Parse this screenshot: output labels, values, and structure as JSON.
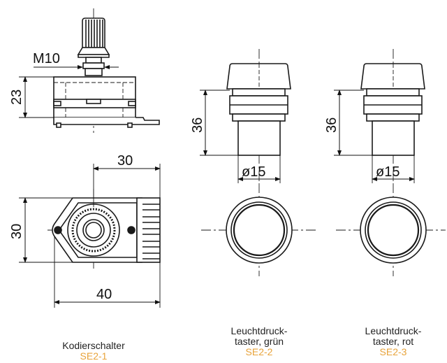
{
  "dimensions": {
    "m10": "M10",
    "h23": "23",
    "w30_top": "30",
    "h30_side": "30",
    "w40": "40",
    "h36_green": "36",
    "d15_green": "ø15",
    "h36_red": "36",
    "d15_red": "ø15"
  },
  "captions": {
    "se2_1": {
      "line1": "Kodierschalter",
      "line2": "",
      "code": "SE2-1"
    },
    "se2_2": {
      "line1": "Leuchtdruck-",
      "line2": "taster, grün",
      "code": "SE2-2"
    },
    "se2_3": {
      "line1": "Leuchtdruck-",
      "line2": "taster, rot",
      "code": "SE2-3"
    }
  },
  "colors": {
    "line": "#1a1a1a",
    "accent": "#e8a33a",
    "fill_light": "#f2f2f2"
  }
}
